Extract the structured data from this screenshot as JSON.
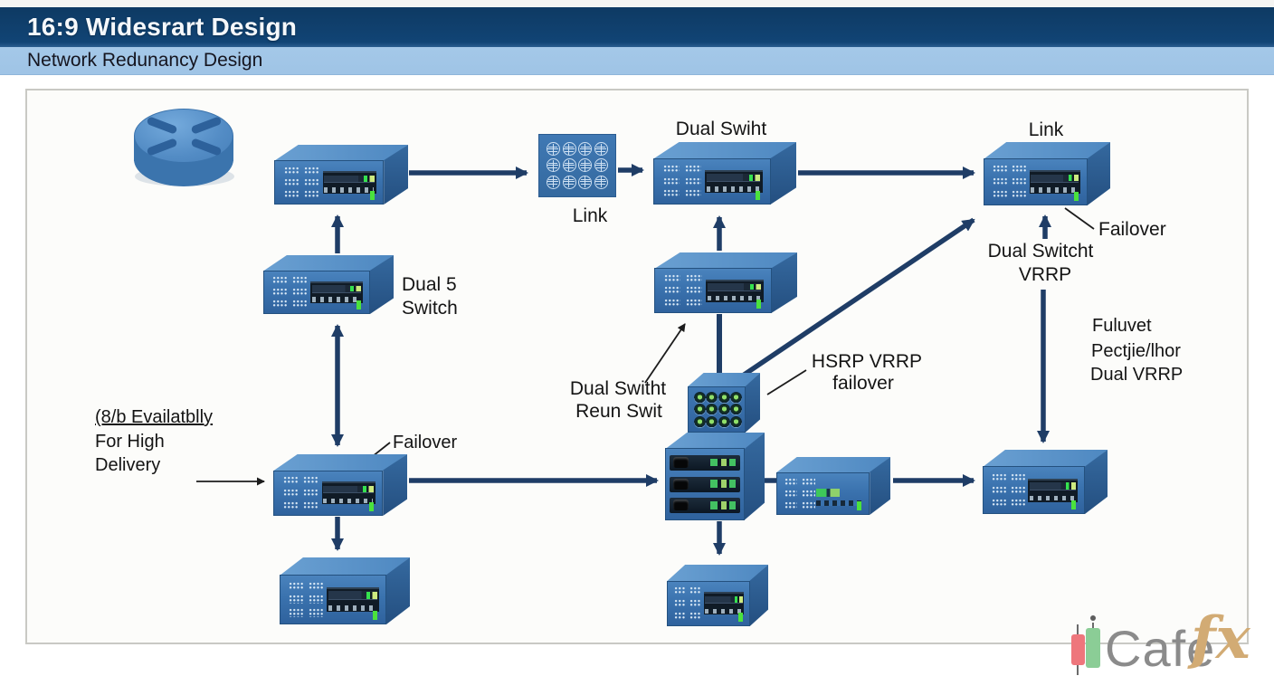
{
  "header": {
    "title": "16:9 Widesrart Design",
    "subtitle": "Network Redunancy Design"
  },
  "labels": {
    "top_switch": "Dual Swiht",
    "link_hub": "Link",
    "link_right": "Link",
    "failover_right": "Failover",
    "vrrp_right": [
      "Dual Switcht",
      "VRRP"
    ],
    "notes_right": [
      "Fuluvet",
      "Pectjie/lhor",
      "Dual VRRP"
    ],
    "dual5": [
      "Dual 5",
      "Switch"
    ],
    "availability": [
      "(8/b Evailatblly",
      "For High",
      "Delivery"
    ],
    "failover_left": "Failover",
    "reun": [
      "Dual Switht",
      "Reun Swit"
    ],
    "hsrp": [
      "HSRP VRRP",
      "failover"
    ]
  },
  "icons": {
    "router": "router-cylinder-icon",
    "switch": "rack-switch-icon",
    "link_grid": "globe-grid-icon",
    "hub": "port-hub-icon",
    "stack": "stacked-switch-icon"
  },
  "watermark": {
    "brand_main": "Cafe",
    "brand_accent": "fx",
    "candle_up_color": "#8bcd96",
    "candle_down_color": "#ee767c"
  },
  "colors": {
    "header_navy": "#114475",
    "header_light": "#a4c8e8",
    "arrow_navy": "#1f3d66",
    "device_blue": "#3a72ae"
  }
}
